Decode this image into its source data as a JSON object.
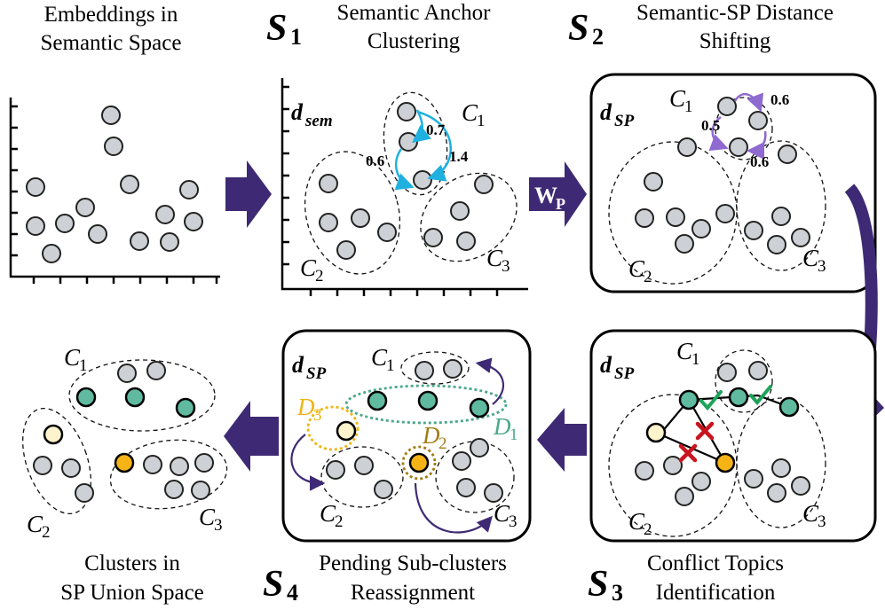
{
  "captions": {
    "embeddings_line1": "Embeddings in",
    "embeddings_line2": "Semantic Space",
    "s1_line1": "Semantic Anchor",
    "s1_line2": "Clustering",
    "s2_line1": "Semantic-SP Distance",
    "s2_line2": "Shifting",
    "s3_line1": "Conflict Topics",
    "s3_line2": "Identification",
    "s4_line1": "Pending Sub-clusters",
    "s4_line2": "Reassignment",
    "final_line1": "Clusters in",
    "final_line2": "SP Union Space"
  },
  "steps": {
    "s1": {
      "letter": "S",
      "sub": "1"
    },
    "s2": {
      "letter": "S",
      "sub": "2"
    },
    "s3": {
      "letter": "S",
      "sub": "3"
    },
    "s4": {
      "letter": "S",
      "sub": "4"
    }
  },
  "distance_labels": {
    "sem": {
      "d": "d",
      "sub": "sem"
    },
    "sp": {
      "d": "d",
      "sub": "SP"
    }
  },
  "transform": {
    "w": "W",
    "sub": "P"
  },
  "clusters": {
    "c1": {
      "letter": "C",
      "sub": "1"
    },
    "c2": {
      "letter": "C",
      "sub": "2"
    },
    "c3": {
      "letter": "C",
      "sub": "3"
    },
    "d1": {
      "letter": "D",
      "sub": "1"
    },
    "d2": {
      "letter": "D",
      "sub": "2"
    },
    "d3": {
      "letter": "D",
      "sub": "3"
    }
  },
  "s1_distances": {
    "a": "0.7",
    "b": "1.4",
    "c": "0.6"
  },
  "s2_distances": {
    "a": "0.6",
    "b": "0.5",
    "c": "0.6"
  },
  "colors": {
    "point_gray": "#cdd0d4",
    "teal": "#5fba9f",
    "orange": "#f5b316",
    "cream": "#fdf3cc",
    "arrow_purple": "#3e2a74",
    "blue_curve": "#1fb0e0",
    "lavender_curve": "#8f6ad0",
    "check_green": "#1ea35a",
    "cross_red": "#c8141e",
    "d1_color": "#4aa88a",
    "d2_color": "#a07d12",
    "d3_color": "#f0b512"
  }
}
